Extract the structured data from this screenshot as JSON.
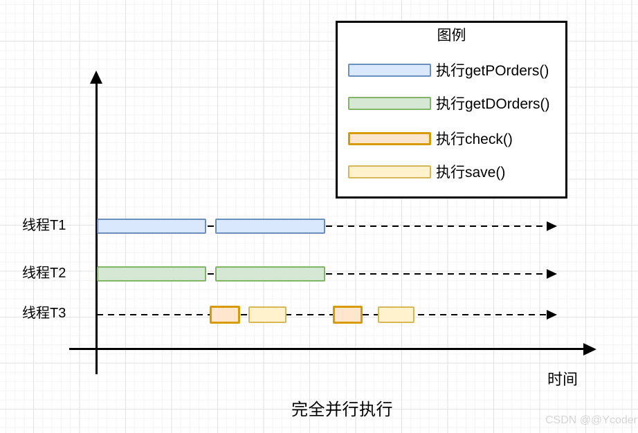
{
  "legend": {
    "title": "图例",
    "items": [
      {
        "id": "getPOrders",
        "label": "执行getPOrders()",
        "fill": "#dae8fc",
        "stroke": "#6c8ebf"
      },
      {
        "id": "getDOrders",
        "label": "执行getDOrders()",
        "fill": "#d5e8d4",
        "stroke": "#82b366"
      },
      {
        "id": "check",
        "label": "执行check()",
        "fill": "#ffe6cc",
        "stroke": "#d79b00"
      },
      {
        "id": "save",
        "label": "执行save()",
        "fill": "#fff2cc",
        "stroke": "#d6b656"
      }
    ]
  },
  "threads": [
    {
      "label": "线程T1",
      "segments": [
        "执行getPOrders()",
        "执行getPOrders()"
      ]
    },
    {
      "label": "线程T2",
      "segments": [
        "执行getDOrders()",
        "执行getDOrders()"
      ]
    },
    {
      "label": "线程T3",
      "segments": [
        "执行check()",
        "执行save()",
        "执行check()",
        "执行save()"
      ]
    }
  ],
  "axis": {
    "time_label": "时间"
  },
  "caption": "完全并行执行",
  "watermark": "CSDN @@Ycoder",
  "colors": {
    "axis_ink": "#000000",
    "grid_minor": "#f4f4f4",
    "grid_major": "#e2e2e2"
  }
}
